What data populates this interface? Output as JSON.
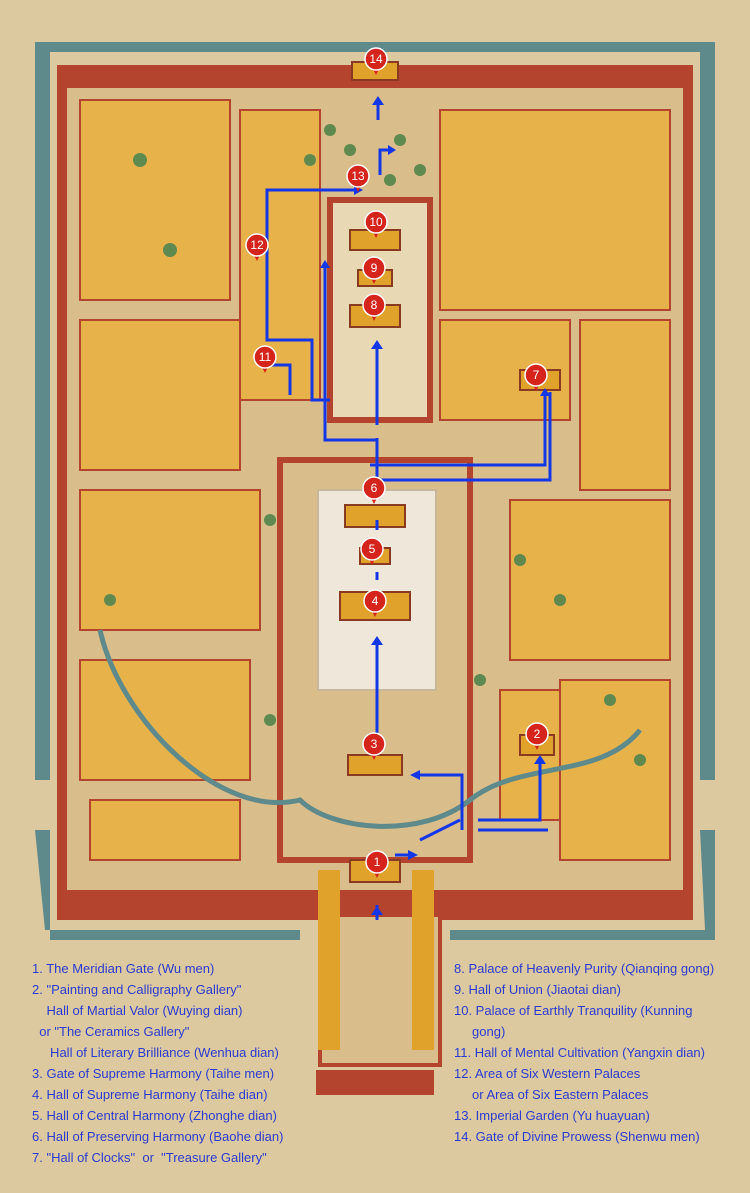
{
  "colors": {
    "parchment": "#ddc9a0",
    "moat": "#5e8a8c",
    "wall": "#b5442e",
    "roof": "#e0a22a",
    "route": "#1437e6",
    "pin": "#d4241c",
    "legend_text": "#2a3bd0"
  },
  "map": {
    "markers": [
      {
        "id": "1",
        "label": "1"
      },
      {
        "id": "2",
        "label": "2"
      },
      {
        "id": "3",
        "label": "3"
      },
      {
        "id": "4",
        "label": "4"
      },
      {
        "id": "5",
        "label": "5"
      },
      {
        "id": "6",
        "label": "6"
      },
      {
        "id": "7",
        "label": "7"
      },
      {
        "id": "8",
        "label": "8"
      },
      {
        "id": "9",
        "label": "9"
      },
      {
        "id": "10",
        "label": "10"
      },
      {
        "id": "11",
        "label": "11"
      },
      {
        "id": "12",
        "label": "12"
      },
      {
        "id": "13",
        "label": "13"
      },
      {
        "id": "14",
        "label": "14"
      }
    ]
  },
  "legend": {
    "left": [
      "1. The Meridian Gate (Wu men)",
      "2. \"Painting and Calligraphy Gallery\"",
      "    Hall of Martial Valor (Wuying dian)",
      "  or \"The Ceramics Gallery\"",
      "     Hall of Literary Brilliance (Wenhua dian)",
      "3. Gate of Supreme Harmony (Taihe men)",
      "4. Hall of Supreme Harmony (Taihe dian)",
      "5. Hall of Central Harmony (Zhonghe dian)",
      "6. Hall of Preserving Harmony (Baohe dian)",
      "7. \"Hall of Clocks\"  or  \"Treasure Gallery\""
    ],
    "right": [
      "8. Palace of Heavenly Purity (Qianqing gong)",
      "9. Hall of Union (Jiaotai dian)",
      "10. Palace of Earthly Tranquility (Kunning",
      "     gong)",
      "11. Hall of Mental Cultivation (Yangxin dian)",
      "12. Area of Six Western Palaces",
      "     or Area of Six Eastern Palaces",
      "13. Imperial Garden (Yu huayuan)",
      "14. Gate of Divine Prowess (Shenwu men)"
    ]
  }
}
